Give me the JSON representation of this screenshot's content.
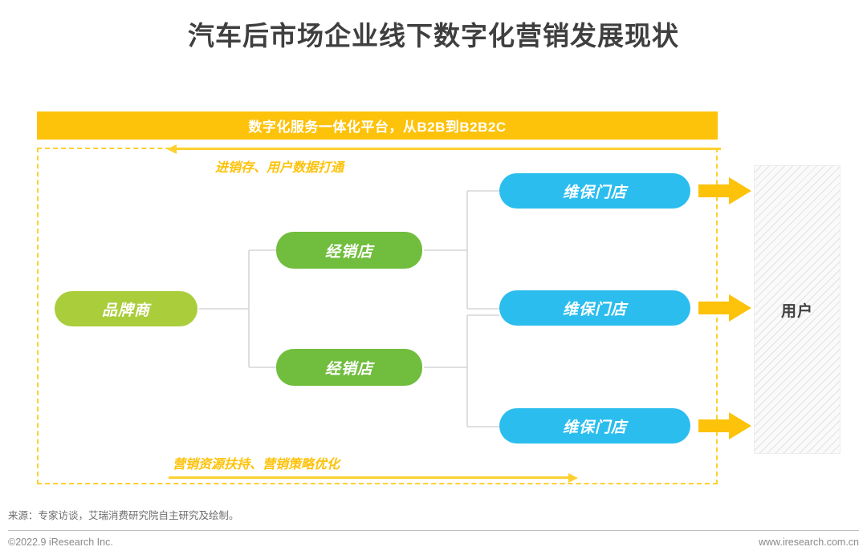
{
  "page": {
    "title": "汽车后市场企业线下数字化营销发展现状"
  },
  "banner": {
    "text": "数字化服务一体化平台，从B2B到B2B2C",
    "color": "#fdc20a"
  },
  "flows": {
    "top": {
      "label": "进销存、用户数据打通",
      "direction": "right-to-left",
      "color": "#fdd030"
    },
    "bottom": {
      "label": "营销资源扶持、营销策略优化",
      "direction": "left-to-right",
      "color": "#fdd030"
    }
  },
  "diagram": {
    "type": "flow-tree",
    "levels": [
      {
        "name": "brand",
        "color": "#aacd3c",
        "nodes": [
          {
            "label": "品牌商"
          }
        ]
      },
      {
        "name": "dealer",
        "color": "#71bd3e",
        "nodes": [
          {
            "label": "经销店"
          },
          {
            "label": "经销店"
          }
        ]
      },
      {
        "name": "store",
        "color": "#2bbdee",
        "nodes": [
          {
            "label": "维保门店"
          },
          {
            "label": "维保门店"
          },
          {
            "label": "维保门店"
          }
        ]
      }
    ],
    "endpoint": {
      "label": "用户",
      "style": "hatched-panel"
    },
    "arrows_to_endpoint": 3,
    "arrow_color": "#fdc20a"
  },
  "footer": {
    "source": "来源：专家访谈，艾瑞消费研究院自主研究及绘制。",
    "copyright": "©2022.9 iResearch Inc.",
    "website": "www.iresearch.com.cn"
  }
}
